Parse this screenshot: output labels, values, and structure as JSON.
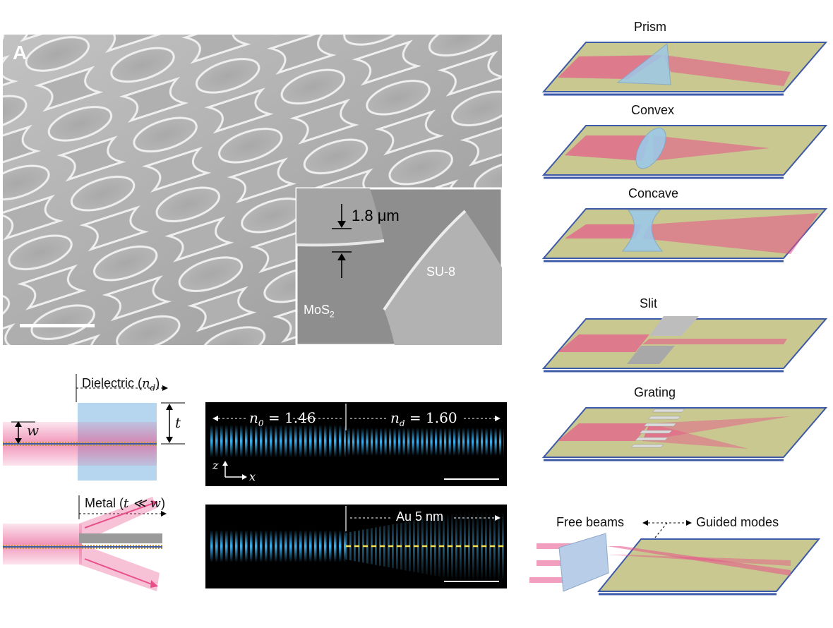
{
  "panel_a": {
    "panel_letter": "A",
    "inset": {
      "height_value": "1.8 μm",
      "substrate_label": "MoS",
      "substrate_subscript": "2",
      "resist_label": "SU-8"
    }
  },
  "schematic": {
    "dielectric_label": "Dielectric (",
    "dielectric_symbol": "n",
    "dielectric_sub": "d",
    "dielectric_close": ")",
    "width_symbol": "w",
    "thickness_symbol": "t",
    "metal_label": "Metal (",
    "metal_relation": "t ≪ w",
    "metal_close": ")"
  },
  "simulation_top": {
    "left_index": "n",
    "left_sub": "0",
    "left_value": " = 1.46",
    "right_index": "n",
    "right_sub": "d",
    "right_value": " = 1.60",
    "axis_z": "z",
    "axis_x": "x"
  },
  "simulation_bottom": {
    "metal_label": "Au 5 nm"
  },
  "devices": [
    {
      "name": "Prism"
    },
    {
      "name": "Convex"
    },
    {
      "name": "Concave"
    },
    {
      "name": "Slit"
    },
    {
      "name": "Grating"
    }
  ],
  "coupling": {
    "free_label": "Free beams",
    "guided_label": "Guided modes"
  },
  "colors": {
    "beam": "#e8508a",
    "dielectric": "#9cc8e8",
    "wave": "#3fb0f0",
    "metal_line": "#f5e05a",
    "substrate": "#c8c890"
  }
}
